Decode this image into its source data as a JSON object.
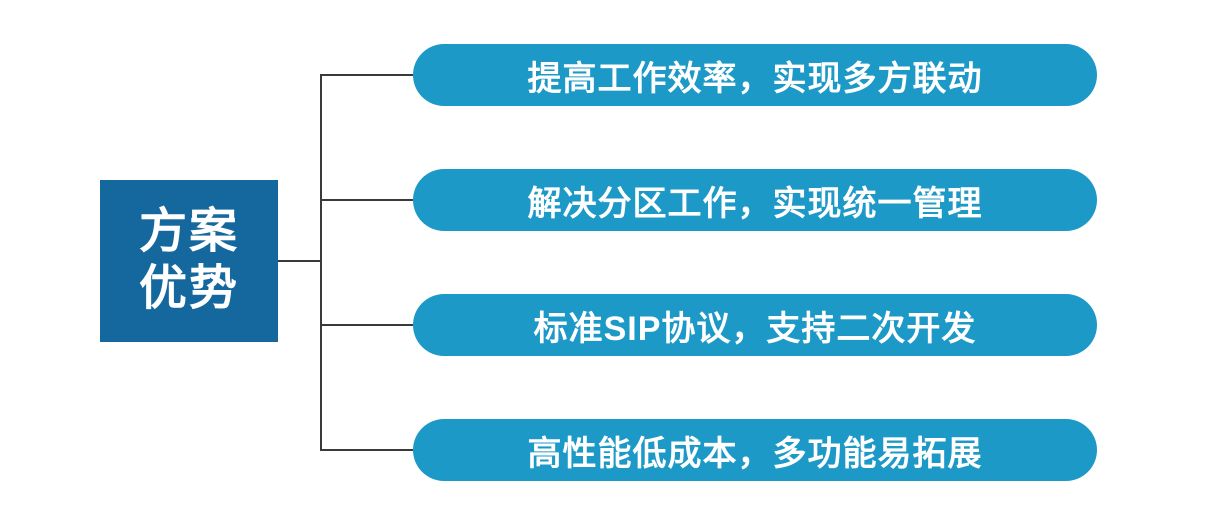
{
  "diagram": {
    "title": "方案优势",
    "root": {
      "label_line1": "方案",
      "label_line2": "优势"
    },
    "items": [
      {
        "label": "提高工作效率，实现多方联动"
      },
      {
        "label": "解决分区工作，实现统一管理"
      },
      {
        "label": "标准SIP协议，支持二次开发"
      },
      {
        "label": "高性能低成本，多功能易拓展"
      }
    ],
    "colors": {
      "root_bg": "#15689E",
      "pill_bg": "#1C99C7",
      "text": "#FFFFFF",
      "line": "#3A3A3A"
    }
  }
}
